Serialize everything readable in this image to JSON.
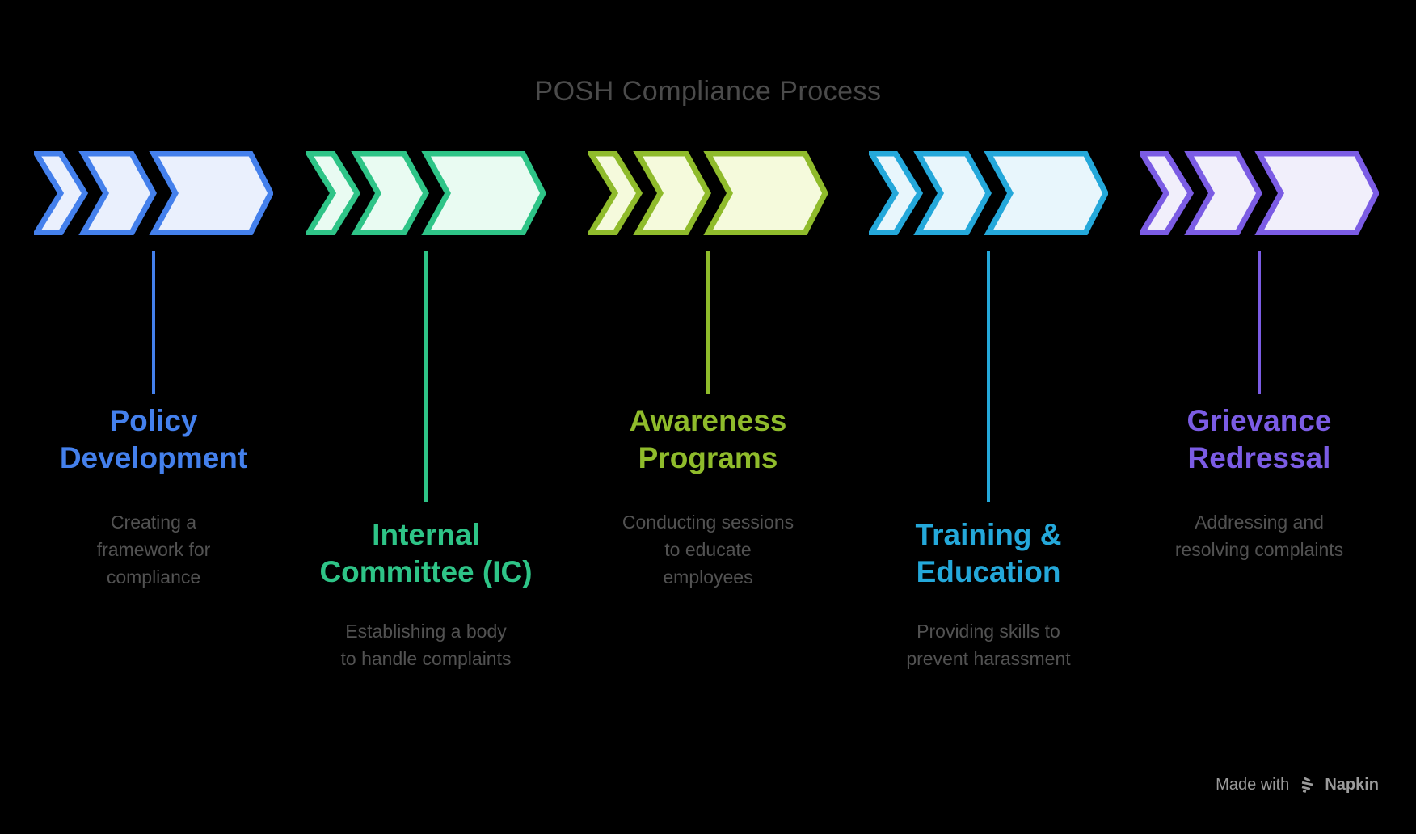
{
  "title": "POSH Compliance Process",
  "colors": {
    "background": "#000000",
    "title_text": "#4B4B4B",
    "description_text": "#525252",
    "footer_text": "#9B9B9B"
  },
  "steps": [
    {
      "name": "policy-development",
      "title": "Policy\nDevelopment",
      "description": "Creating a\nframework for\ncompliance",
      "accent": "#4480EC",
      "fill": "#EAF0FD"
    },
    {
      "name": "internal-committee",
      "title": "Internal\nCommittee (IC)",
      "description": "Establishing a body\nto handle complaints",
      "accent": "#2EC487",
      "fill": "#E9FBF2"
    },
    {
      "name": "awareness-programs",
      "title": "Awareness\nPrograms",
      "description": "Conducting sessions\nto educate\nemployees",
      "accent": "#8FBB2B",
      "fill": "#F5FADC"
    },
    {
      "name": "training-education",
      "title": "Training &\nEducation",
      "description": "Providing skills to\nprevent harassment",
      "accent": "#24A8DA",
      "fill": "#E8F6FC"
    },
    {
      "name": "grievance-redressal",
      "title": "Grievance\nRedressal",
      "description": "Addressing and\nresolving complaints",
      "accent": "#7B5CE4",
      "fill": "#F1EFFB"
    }
  ],
  "footer": {
    "made_with": "Made with",
    "brand": "Napkin"
  }
}
